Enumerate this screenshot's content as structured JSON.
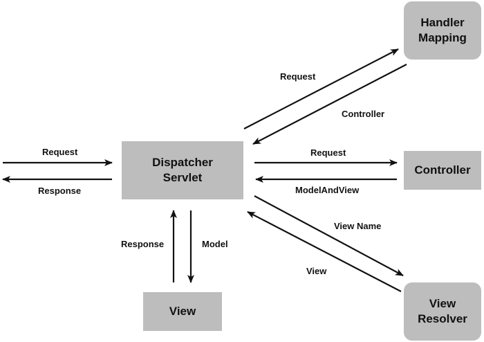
{
  "nodes": {
    "dispatcher": {
      "line1": "Dispatcher",
      "line2": "Servlet"
    },
    "handler_mapping": {
      "line1": "Handler",
      "line2": "Mapping"
    },
    "controller": {
      "label": "Controller"
    },
    "view_resolver": {
      "line1": "View",
      "line2": "Resolver"
    },
    "view": {
      "label": "View"
    }
  },
  "edges": {
    "client_request": "Request",
    "client_response": "Response",
    "to_handler_mapping": "Request",
    "from_handler_mapping": "Controller",
    "to_controller": "Request",
    "from_controller": "ModelAndView",
    "to_view_resolver": "View Name",
    "from_view_resolver": "View",
    "to_view": "Model",
    "from_view": "Response"
  },
  "colors": {
    "box_fill": "#bdbdbd",
    "arrow": "#111111",
    "text": "#111111"
  }
}
